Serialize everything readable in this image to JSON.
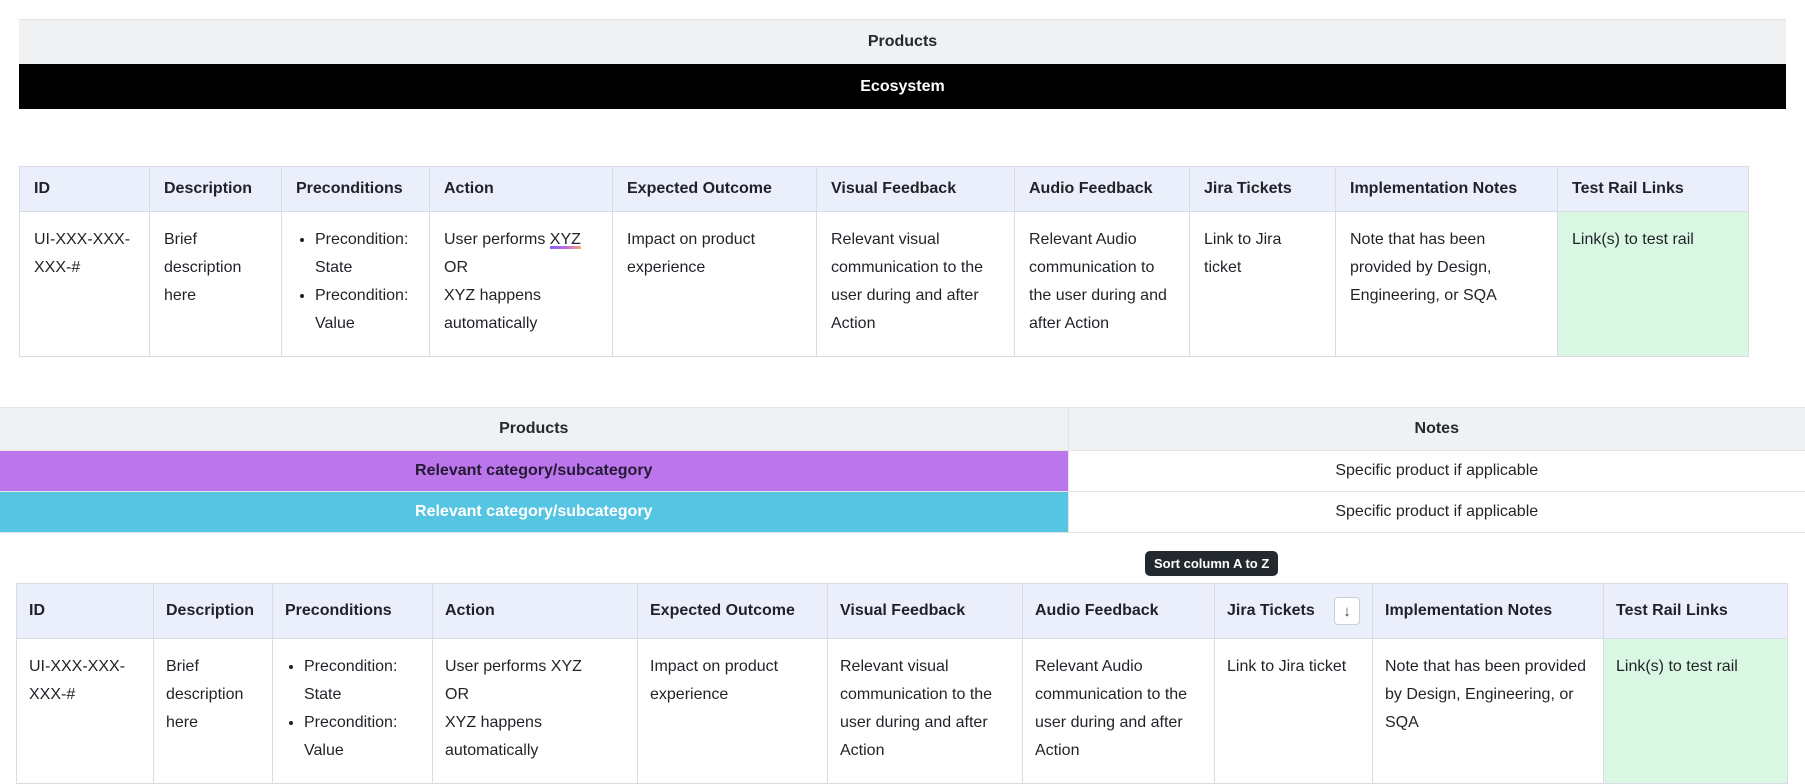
{
  "banners": {
    "products": "Products",
    "ecosystem": "Ecosystem"
  },
  "test_case_table": {
    "columns": [
      "ID",
      "Description",
      "Preconditions",
      "Action",
      "Expected Outcome",
      "Visual Feedback",
      "Audio Feedback",
      "Jira Tickets",
      "Implementation Notes",
      "Test Rail Links"
    ],
    "row": {
      "id": "UI-XXX-XXX-XXX-#",
      "description": "Brief description here",
      "preconditions": [
        "Precondition: State",
        "Precondition: Value"
      ],
      "action_lines": [
        "User performs ",
        "XYZ",
        "OR",
        "XYZ happens automatically"
      ],
      "expected_outcome": "Impact on product experience",
      "visual_feedback": "Relevant visual communication to the user during and after Action",
      "audio_feedback": "Relevant Audio communication to the user during and after Action",
      "jira_tickets": "Link to Jira ticket",
      "implementation_notes": "Note that has been provided by Design, Engineering, or SQA",
      "test_rail_links": "Link(s) to test rail"
    }
  },
  "products_notes_table": {
    "headers": {
      "products": "Products",
      "notes": "Notes"
    },
    "rows": [
      {
        "category": "Relevant category/subcategory",
        "note": "Specific product if applicable",
        "color": "#bb76ec",
        "text_color": "#241a33"
      },
      {
        "category": "Relevant category/subcategory",
        "note": "Specific product if applicable",
        "color": "#56c4e3",
        "text_color": "#ffffff"
      }
    ]
  },
  "sort_control": {
    "tooltip": "Sort column A to Z",
    "icon": "↓",
    "attached_to_column": "Jira Tickets"
  },
  "colors": {
    "header_cell_bg": "#eaeffb",
    "banner_bg": "#f0f1f2",
    "banner_dark_bg": "#000000",
    "green_cell_bg": "#d9f7e3",
    "purple_row": "#bb76ec",
    "blue_row": "#56c4e3",
    "tooltip_bg": "#24292f"
  }
}
